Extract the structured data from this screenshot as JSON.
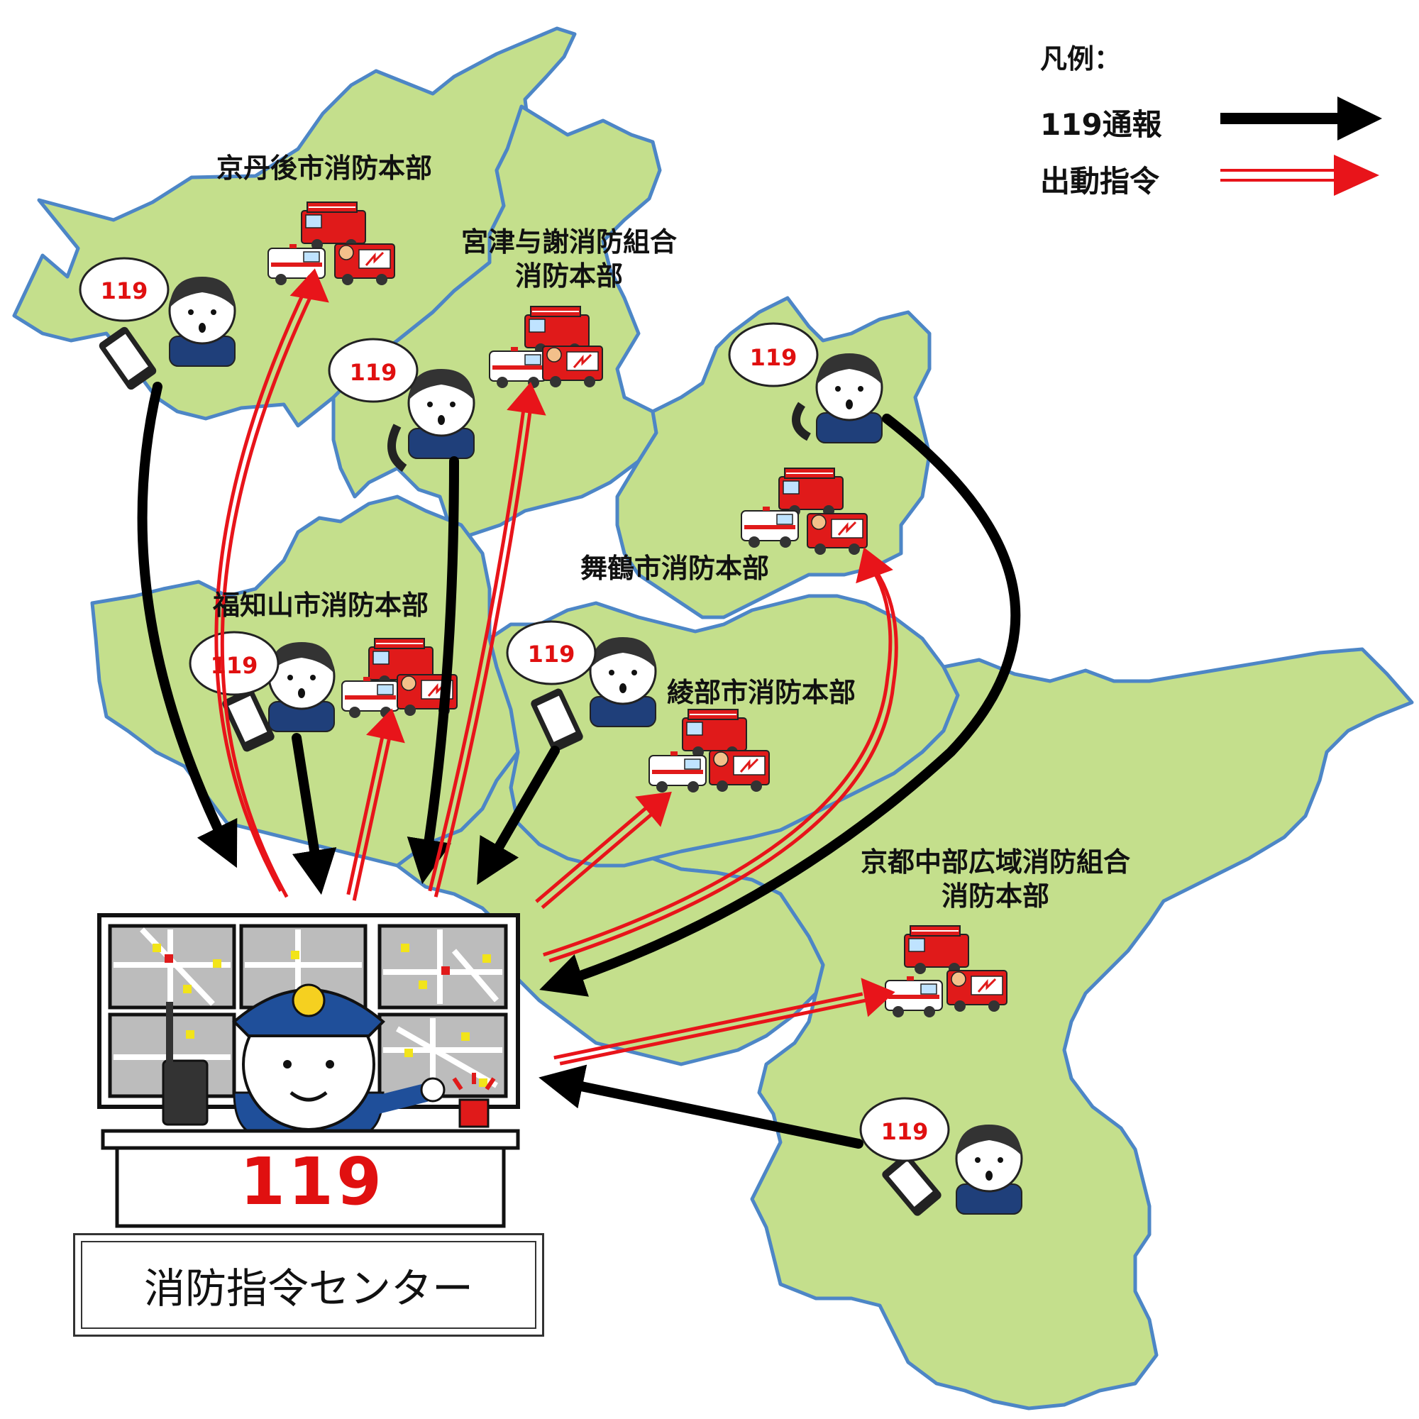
{
  "legend": {
    "title": "凡例：",
    "call_label": "119通報",
    "dispatch_label": "出動指令",
    "colors": {
      "call": "#000000",
      "dispatch": "#e8141a"
    }
  },
  "departments": [
    {
      "id": "kyotango",
      "name": "京丹後市消防本部"
    },
    {
      "id": "miyazu",
      "name_line1": "宮津与謝消防組合",
      "name_line2": "消防本部"
    },
    {
      "id": "fukuchiyama",
      "name": "福知山市消防本部"
    },
    {
      "id": "maizuru",
      "name": "舞鶴市消防本部"
    },
    {
      "id": "ayabe",
      "name": "綾部市消防本部"
    },
    {
      "id": "chubu",
      "name_line1": "京都中部広域消防組合",
      "name_line2": "消防本部"
    }
  ],
  "callouts": [
    "119",
    "119",
    "119",
    "119",
    "119",
    "119"
  ],
  "center": {
    "name": "消防指令センター",
    "desk_number": "119"
  },
  "colors": {
    "land": "#c4df8c",
    "border": "#4d86c6",
    "call_arrow": "#000000",
    "dispatch_arrow": "#e8141a"
  }
}
